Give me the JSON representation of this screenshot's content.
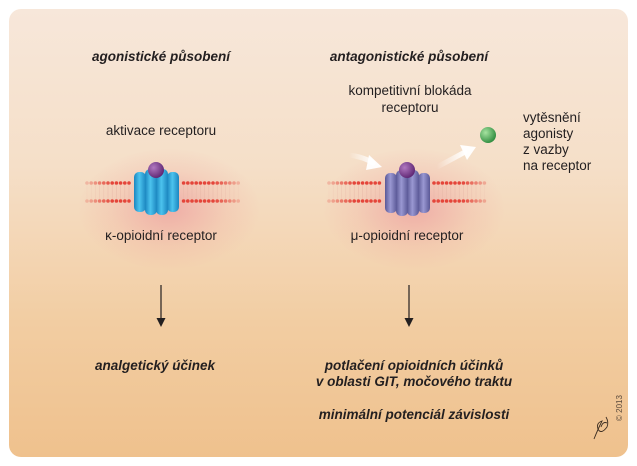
{
  "left": {
    "heading": "agonistické působení",
    "activation_label": "aktivace receptoru",
    "receptor_label": "κ-opioidní receptor",
    "effect": "analgetický účinek"
  },
  "right": {
    "heading": "antagonistické působení",
    "blockade_line1": "kompetitivní blokáda",
    "blockade_line2": "receptoru",
    "displacement_lines": [
      "vytěsnění",
      "agonisty",
      "z vazby",
      "na receptor"
    ],
    "receptor_label": "μ-opioidní receptor",
    "effect_line1": "potlačení opioidních účinků",
    "effect_line2": "v oblasti GIT, močového traktu",
    "effect_line3": "minimální potenciál závislosti"
  },
  "copyright": "© 2013",
  "colors": {
    "kappa_receptor": "#29a9db",
    "mu_receptor": "#7b79b8",
    "ligand": "#7b3a8a",
    "displaced_agonist": "#5cb85c",
    "membrane_beads": "#e4453a"
  }
}
